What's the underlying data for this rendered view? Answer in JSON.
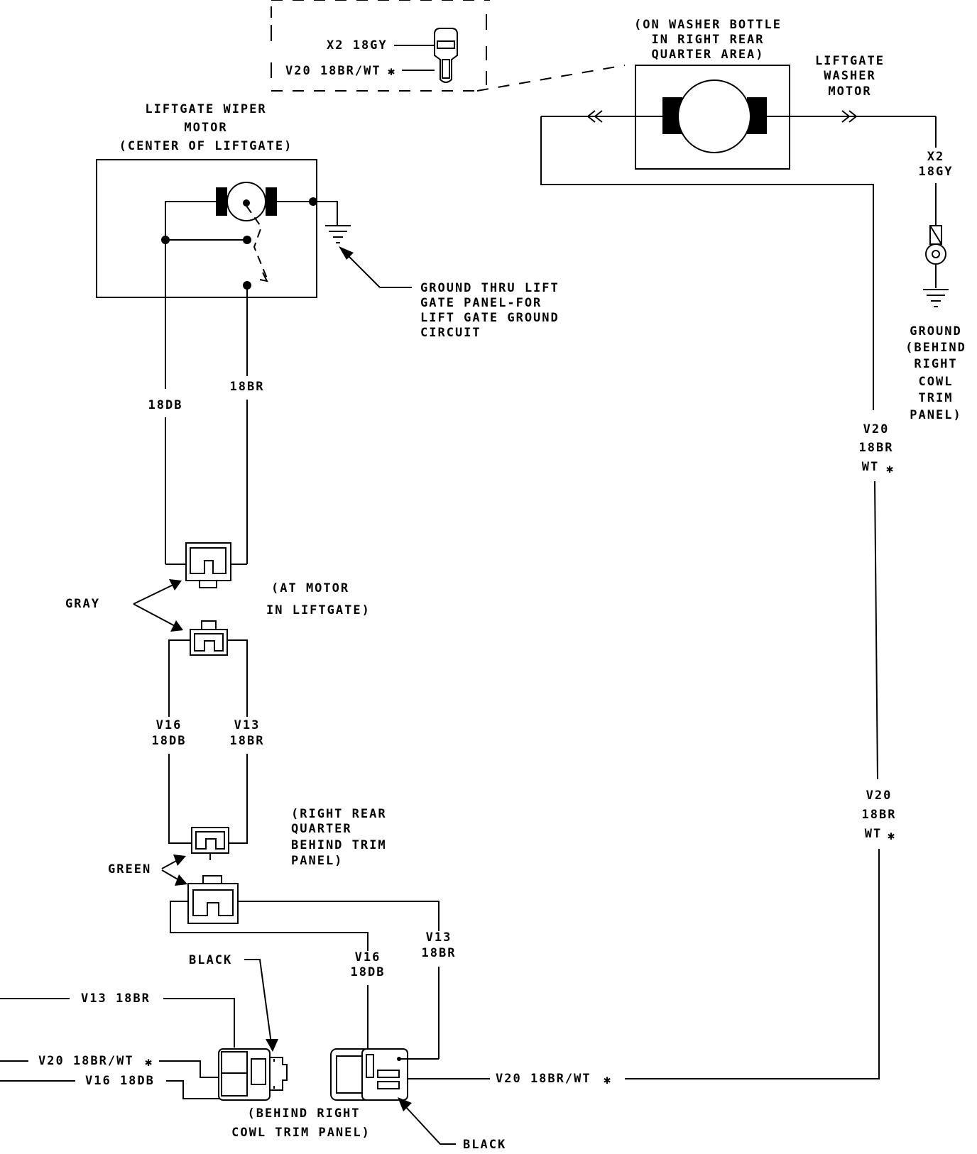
{
  "inset": {
    "x2_label": "X2 18GY",
    "v20_label": "V20 18BR/WT"
  },
  "washer_motor": {
    "location": [
      "(ON WASHER BOTTLE",
      "IN RIGHT REAR",
      "QUARTER AREA)"
    ],
    "name": [
      "LIFTGATE",
      "WASHER",
      "MOTOR"
    ],
    "x2_wire": [
      "X2",
      "18GY"
    ],
    "ground": [
      "GROUND",
      "(BEHIND",
      "RIGHT",
      "COWL",
      "TRIM",
      "PANEL)"
    ]
  },
  "wiper_motor": {
    "name": [
      "LIFTGATE WIPER",
      "MOTOR",
      "(CENTER OF LIFTGATE)"
    ],
    "ground_note": [
      "GROUND THRU LIFT",
      "GATE PANEL-FOR",
      "LIFT GATE GROUND",
      "CIRCUIT"
    ],
    "wire_left": "18DB",
    "wire_right": "18BR"
  },
  "connectors": {
    "gray_label": "GRAY",
    "at_motor": [
      "(AT MOTOR",
      "IN LIFTGATE)"
    ],
    "v16_mid": [
      "V16",
      "18DB"
    ],
    "v13_mid": [
      "V13",
      "18BR"
    ],
    "green_label": "GREEN",
    "right_rear": [
      "(RIGHT REAR",
      "QUARTER",
      "BEHIND TRIM",
      "PANEL)"
    ],
    "v16_low": [
      "V16",
      "18DB"
    ],
    "v13_low": [
      "V13",
      "18BR"
    ],
    "black_top": "BLACK",
    "black_bottom": "BLACK",
    "behind_cowl": [
      "(BEHIND RIGHT",
      "COWL TRIM PANEL)"
    ]
  },
  "harness": {
    "v13": "V13 18BR",
    "v20": "V20 18BR/WT",
    "v16": "V16 18DB",
    "v20_bottom": "V20 18BR/WT"
  },
  "right_vertical": {
    "upper": [
      "V20",
      "18BR",
      "WT"
    ],
    "lower": [
      "V20",
      "18BR",
      "WT"
    ]
  },
  "symbols": {
    "splice_star": "✱"
  }
}
